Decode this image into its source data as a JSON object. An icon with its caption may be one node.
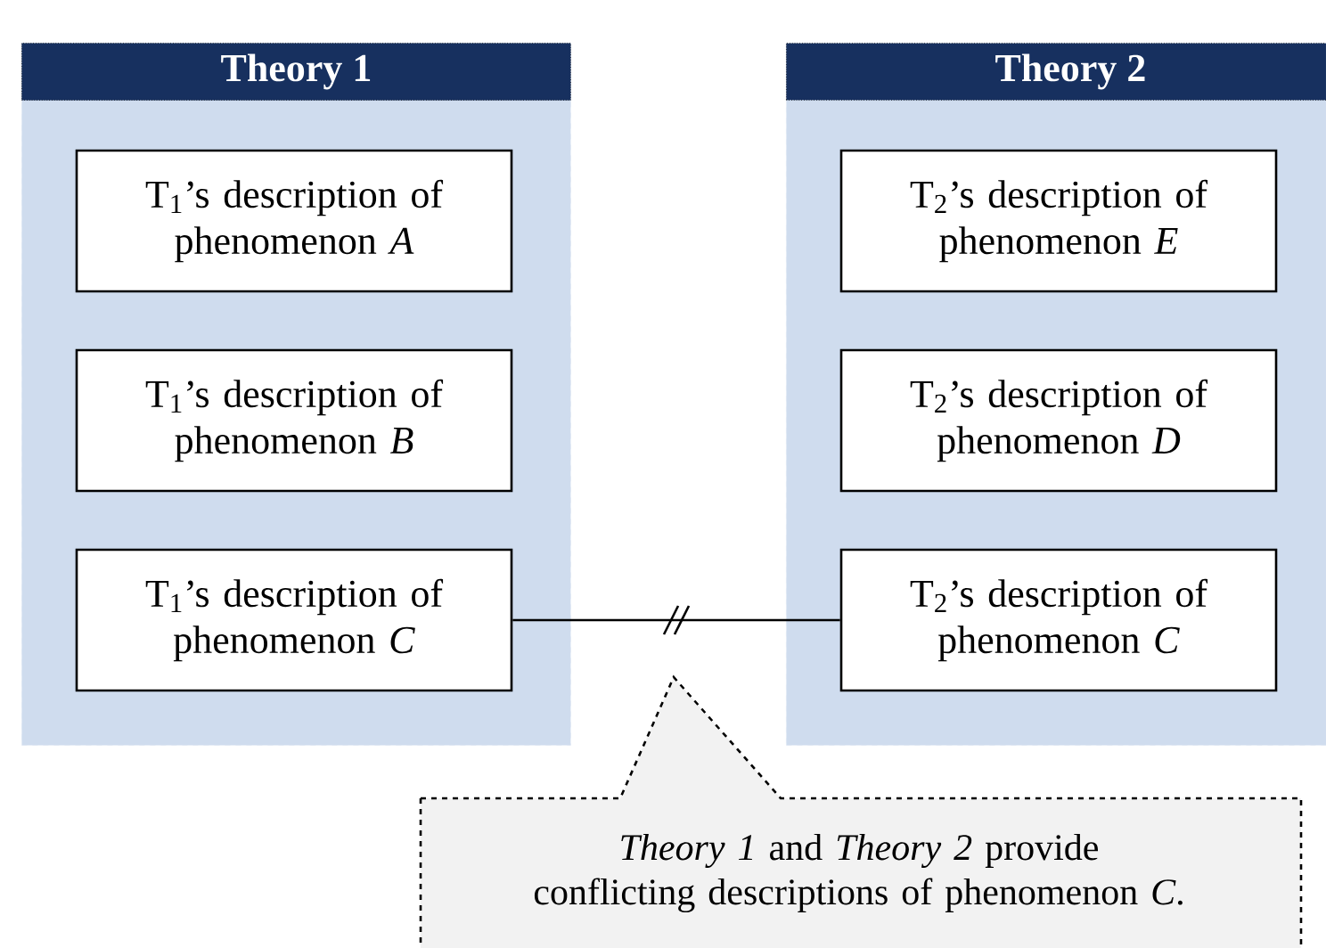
{
  "diagram": {
    "nodes": [
      {
        "text": [
          "Theory 1"
        ]
      },
      {
        "text": [
          "T$_{1}$’s description of phenomenon *A*"
        ],
        "in": 0
      },
      {
        "text": [
          "T$_{1}$’s description of phenomenon *B*"
        ],
        "in": 0
      },
      {
        "text": [
          "T$_{1}$’s description of phenomenon *C*"
        ],
        "in": 0
      },
      {
        "text": [
          "Theory 2"
        ]
      },
      {
        "text": [
          "T$_{2}$’s description of phenomenon *E*"
        ],
        "in": 4
      },
      {
        "text": [
          "T$_{2}$’s description of phenomenon *D*"
        ],
        "in": 4
      },
      {
        "text": [
          "T$_{2}$’s description of phenomenon *C*"
        ],
        "in": 4
      },
      {
        "text": [
          "*Theory 1* and *Theory 2* provide conflicting descriptions of phenomenon *C*."
        ]
      }
    ],
    "edges": [
      {
        "from": 3,
        "to": 7,
        "arrow": "none"
      }
    ]
  }
}
